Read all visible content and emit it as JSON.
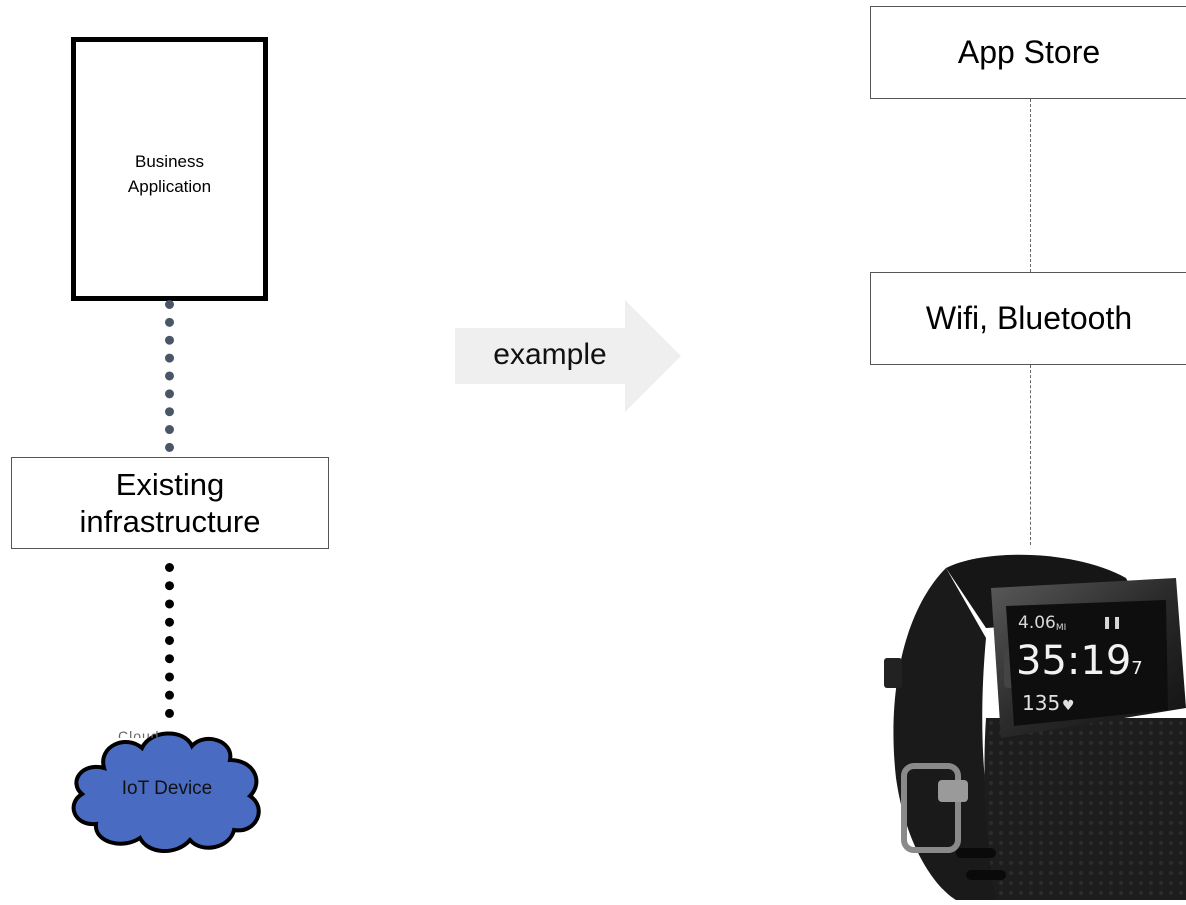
{
  "diagram": {
    "left": {
      "business_application": "Business\nApplication",
      "existing_infrastructure": "Existing\ninfrastructure",
      "iot_device": "IoT Device",
      "cloud_overlap_text": "Cloud ... "
    },
    "middle": {
      "arrow_label": "example"
    },
    "right": {
      "app_store": "App Store",
      "connectivity": "Wifi, Bluetooth",
      "watch_screen": {
        "distance": "4.06",
        "distance_unit": "MI",
        "timer_main": "35:19",
        "timer_fraction": "7",
        "heart_rate": "135"
      }
    },
    "colors": {
      "cloud_fill": "#4a6bc2",
      "dotted_upper": "#4a5568",
      "dotted_lower": "#000000",
      "arrow_fill": "#efefef",
      "box_border": "#555555"
    }
  }
}
